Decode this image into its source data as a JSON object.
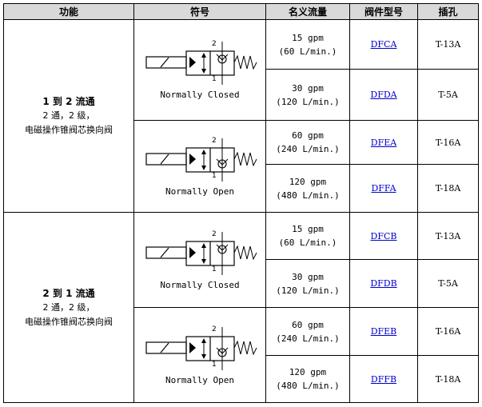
{
  "headers": [
    "功能",
    "符号",
    "名义流量",
    "阀件型号",
    "插孔"
  ],
  "groups": [
    {
      "function_title": "1 到 2 流通",
      "function_line2": "2 通，2 级，",
      "function_line3": "电磁操作锥阀芯换向阀",
      "symbols": [
        {
          "caption": "Normally Closed",
          "port_top": "2",
          "port_bottom": "1"
        },
        {
          "caption": "Normally Open",
          "port_top": "2",
          "port_bottom": "1"
        }
      ],
      "rows": [
        {
          "flow_gpm": "15 gpm",
          "flow_lpm": "(60 L/min.)",
          "model": "DFCA",
          "port": "T-13A"
        },
        {
          "flow_gpm": "30 gpm",
          "flow_lpm": "(120 L/min.)",
          "model": "DFDA",
          "port": "T-5A"
        },
        {
          "flow_gpm": "60 gpm",
          "flow_lpm": "(240 L/min.)",
          "model": "DFEA",
          "port": "T-16A"
        },
        {
          "flow_gpm": "120 gpm",
          "flow_lpm": "(480 L/min.)",
          "model": "DFFA",
          "port": "T-18A"
        }
      ]
    },
    {
      "function_title": "2 到 1 流通",
      "function_line2": "2 通，2 级，",
      "function_line3": "电磁操作锥阀芯换向阀",
      "symbols": [
        {
          "caption": "Normally Closed",
          "port_top": "2",
          "port_bottom": "1"
        },
        {
          "caption": "Normally Open",
          "port_top": "2",
          "port_bottom": "1"
        }
      ],
      "rows": [
        {
          "flow_gpm": "15 gpm",
          "flow_lpm": "(60 L/min.)",
          "model": "DFCB",
          "port": "T-13A"
        },
        {
          "flow_gpm": "30 gpm",
          "flow_lpm": "(120 L/min.)",
          "model": "DFDB",
          "port": "T-5A"
        },
        {
          "flow_gpm": "60 gpm",
          "flow_lpm": "(240 L/min.)",
          "model": "DFEB",
          "port": "T-16A"
        },
        {
          "flow_gpm": "120 gpm",
          "flow_lpm": "(480 L/min.)",
          "model": "DFFB",
          "port": "T-18A"
        }
      ]
    }
  ]
}
